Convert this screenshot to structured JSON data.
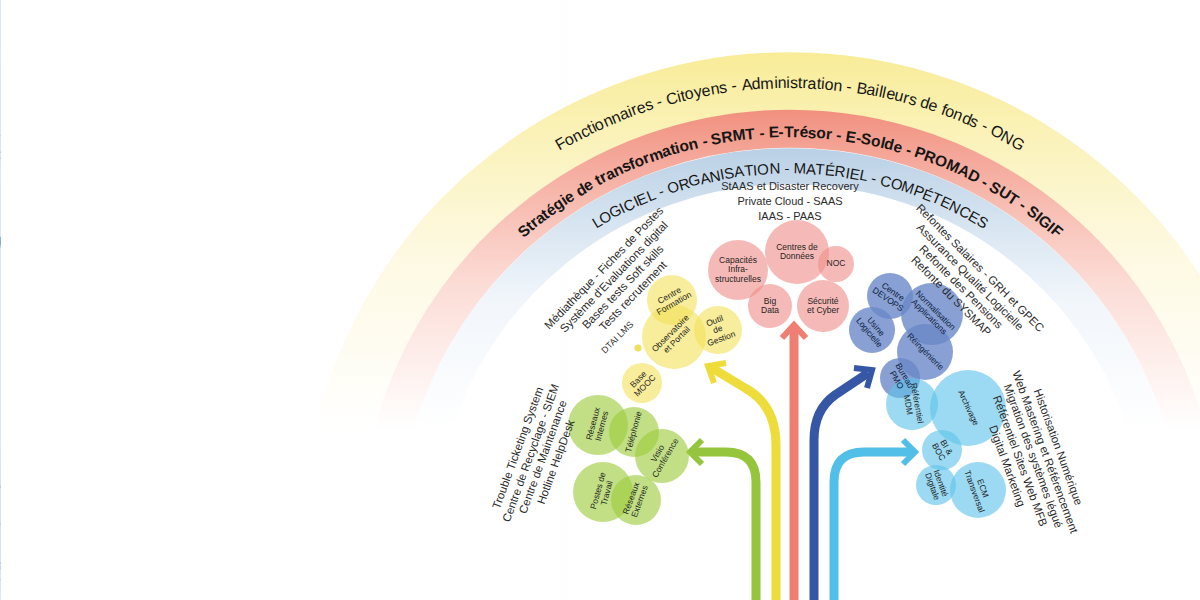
{
  "diagram": {
    "nodes": [
      {
        "text": [
          "Fonctionnaires - Citoyens - Administration - Bailleurs de fonds - ONG"
        ]
      },
      {
        "text": [
          "Stratégie de transformation - SRMT - E-Trésor - E-Solde - PROMAD - SUT - SIGIF"
        ]
      },
      {
        "text": [
          "LOGICIEL - ORGANISATION - MATÉRIEL - COMPÉTENCES"
        ]
      },
      {
        "text": [
          "Capacités Infra-structurelles"
        ]
      },
      {
        "text": [
          "Centres de Données"
        ]
      },
      {
        "text": [
          "NOC"
        ]
      },
      {
        "text": [
          "Big Data"
        ]
      },
      {
        "text": [
          "Sécurité et Cyber"
        ]
      },
      {
        "text": [
          "Centre Formation"
        ]
      },
      {
        "text": [
          "Observatoire et Portail"
        ]
      },
      {
        "text": [
          "Outil de Gestion"
        ]
      },
      {
        "text": [
          "Base MOOC"
        ]
      },
      {
        "text": [
          "Centre DEVOPS"
        ]
      },
      {
        "text": [
          "Normalisation Applications"
        ]
      },
      {
        "text": [
          "Usine Logicielle"
        ]
      },
      {
        "text": [
          "Réingénierie"
        ]
      },
      {
        "text": [
          "Bureau PMO"
        ]
      },
      {
        "text": [
          "Réseaux Internes"
        ]
      },
      {
        "text": [
          "Téléphonie"
        ]
      },
      {
        "text": [
          "Visio Conférence"
        ]
      },
      {
        "text": [
          "Postes de Travail"
        ]
      },
      {
        "text": [
          "Réseaux Externes"
        ]
      },
      {
        "text": [
          "Référentiel MDM"
        ]
      },
      {
        "text": [
          "Archivage"
        ]
      },
      {
        "text": [
          "BI & BOC"
        ]
      },
      {
        "text": [
          "Identité Digitale"
        ]
      },
      {
        "text": [
          "ECM Transversal"
        ]
      }
    ],
    "labels": [
      "StAAS et Disaster Recovery",
      "Private Cloud - SAAS",
      "IAAS - PAAS",
      "Médiathèque - Fiches de Postes",
      "Système d'Evaluations digital",
      "Bases tests Soft skills",
      "Tests recrutement",
      "DTAI LMS",
      "Refontes Salaires - GRH et GPEC",
      "Assurance Qualité Logicielle",
      "Refonte des Pensions",
      "Refonte du SYSMAP",
      "Trouble Ticketing System",
      "Centre de Recyclage - SIEM",
      "Centre de Maintenance",
      "Hotline HelpDesk",
      "Historisation Numérique",
      "Web Mastering et Référencement",
      "Migration des systèmes légué",
      "Référentiel Sites Web MFB",
      "Digital Marketing"
    ]
  }
}
